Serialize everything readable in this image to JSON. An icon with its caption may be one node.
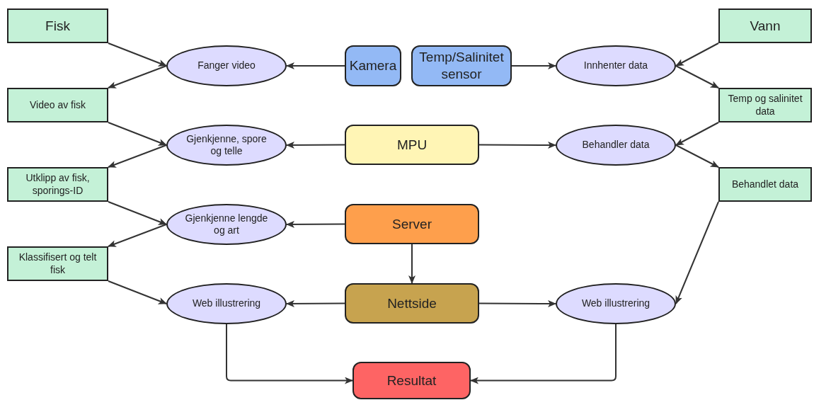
{
  "diagram": {
    "nodes": [
      {
        "text": [
          "Fisk"
        ]
      },
      {
        "text": [
          "Vann"
        ]
      },
      {
        "text": [
          "Fanger video"
        ]
      },
      {
        "text": [
          "Kamera"
        ]
      },
      {
        "text": [
          "Temp/Salinitet sensor"
        ]
      },
      {
        "text": [
          "Innhenter data"
        ]
      },
      {
        "text": [
          "Video av fisk"
        ]
      },
      {
        "text": [
          "Temp og salinitet data"
        ]
      },
      {
        "text": [
          "Gjenkjenne, spore og telle"
        ]
      },
      {
        "text": [
          "MPU"
        ]
      },
      {
        "text": [
          "Behandler data"
        ]
      },
      {
        "text": [
          "Utklipp av fisk, sporings-ID"
        ]
      },
      {
        "text": [
          "Behandlet data"
        ]
      },
      {
        "text": [
          "Gjenkjenne lengde og art"
        ]
      },
      {
        "text": [
          "Server"
        ]
      },
      {
        "text": [
          "Klassifisert og telt fisk"
        ]
      },
      {
        "text": [
          "Web illustrering"
        ]
      },
      {
        "text": [
          "Nettside"
        ]
      },
      {
        "text": [
          "Web illustrering"
        ]
      },
      {
        "text": [
          "Resultat"
        ]
      }
    ],
    "edges": [
      {
        "from": 0,
        "to": 2,
        "arrow": "to"
      },
      {
        "from": 2,
        "to": 6,
        "arrow": "to"
      },
      {
        "from": 3,
        "to": 2,
        "arrow": "to"
      },
      {
        "from": 4,
        "to": 5,
        "arrow": "to"
      },
      {
        "from": 1,
        "to": 5,
        "arrow": "to"
      },
      {
        "from": 5,
        "to": 7,
        "arrow": "to"
      },
      {
        "from": 6,
        "to": 8,
        "arrow": "to"
      },
      {
        "from": 8,
        "to": 11,
        "arrow": "to"
      },
      {
        "from": 9,
        "to": 8,
        "arrow": "to"
      },
      {
        "from": 9,
        "to": 10,
        "arrow": "to"
      },
      {
        "from": 7,
        "to": 10,
        "arrow": "to"
      },
      {
        "from": 10,
        "to": 12,
        "arrow": "to"
      },
      {
        "from": 11,
        "to": 13,
        "arrow": "to"
      },
      {
        "from": 13,
        "to": 15,
        "arrow": "to"
      },
      {
        "from": 14,
        "to": 13,
        "arrow": "to"
      },
      {
        "from": 14,
        "to": 17,
        "arrow": "to"
      },
      {
        "from": 15,
        "to": 16,
        "arrow": "to"
      },
      {
        "from": 17,
        "to": 16,
        "arrow": "to"
      },
      {
        "from": 17,
        "to": 18,
        "arrow": "to"
      },
      {
        "from": 12,
        "to": 18,
        "arrow": "to"
      },
      {
        "from": 16,
        "to": 19,
        "arrow": "to"
      },
      {
        "from": 18,
        "to": 19,
        "arrow": "to"
      }
    ]
  }
}
